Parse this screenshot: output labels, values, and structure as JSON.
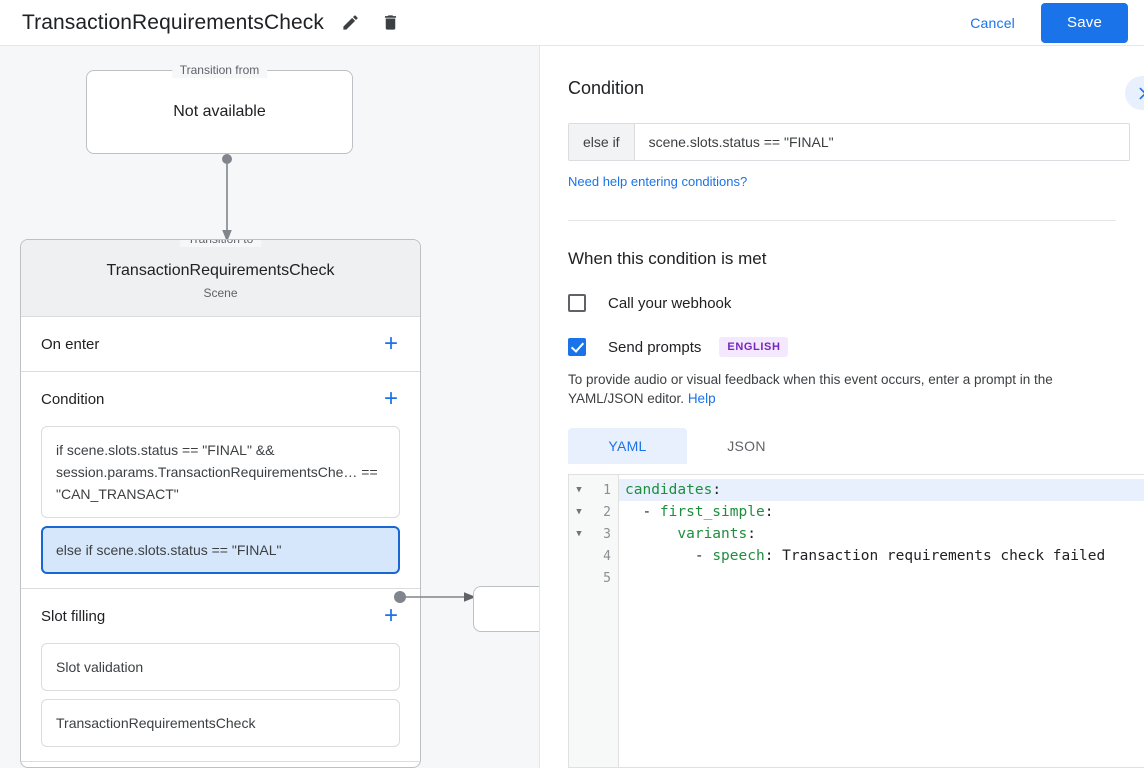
{
  "topbar": {
    "title": "TransactionRequirementsCheck",
    "edit_icon": "pencil-icon",
    "delete_icon": "trash-icon",
    "cancel_label": "Cancel",
    "save_label": "Save",
    "accent_color": "#1a73e8"
  },
  "canvas": {
    "transition_from": {
      "legend": "Transition from",
      "value": "Not available"
    },
    "transition_to": {
      "legend": "Transition to",
      "name": "TransactionRequirementsCheck",
      "type": "Scene",
      "sections": [
        {
          "title": "On enter",
          "add_label": "+",
          "items": []
        },
        {
          "title": "Condition",
          "add_label": "+",
          "items": [
            {
              "text": "if scene.slots.status == \"FINAL\" && session.params.TransactionRequirementsChe… == \"CAN_TRANSACT\"",
              "selected": false
            },
            {
              "text": "else if scene.slots.status == \"FINAL\"",
              "selected": true
            }
          ]
        },
        {
          "title": "Slot filling",
          "add_label": "+",
          "items": [
            {
              "text": "Slot validation",
              "selected": false
            },
            {
              "text": "TransactionRequirementsCheck",
              "selected": false
            }
          ]
        }
      ]
    }
  },
  "pane": {
    "condition": {
      "heading": "Condition",
      "collapse_icon": "chevron-right-icon",
      "prefix": "else if",
      "expression": "scene.slots.status == \"FINAL\"",
      "help_link": "Need help entering conditions?"
    },
    "when_met": {
      "heading": "When this condition is met",
      "webhook": {
        "label": "Call your webhook",
        "checked": false
      },
      "send_prompts": {
        "label": "Send prompts",
        "badge": "ENGLISH",
        "badge_bg": "#f3e8fd",
        "badge_color": "#7627bb",
        "checked": true
      },
      "description": "To provide audio or visual feedback when this event occurs, enter a prompt in the YAML/JSON editor.",
      "help_label": "Help"
    },
    "editor": {
      "tabs": [
        {
          "label": "YAML",
          "active": true
        },
        {
          "label": "JSON",
          "active": false
        }
      ],
      "lines": [
        {
          "num": "1",
          "foldable": true,
          "highlighted": true,
          "indent": "",
          "key": "candidates",
          "colon": ":",
          "value": ""
        },
        {
          "num": "2",
          "foldable": true,
          "highlighted": false,
          "indent": "  - ",
          "key": "first_simple",
          "colon": ":",
          "value": ""
        },
        {
          "num": "3",
          "foldable": true,
          "highlighted": false,
          "indent": "      ",
          "key": "variants",
          "colon": ":",
          "value": ""
        },
        {
          "num": "4",
          "foldable": false,
          "highlighted": false,
          "indent": "        - ",
          "key": "speech",
          "colon": ":",
          "value": " Transaction requirements check failed"
        },
        {
          "num": "5",
          "foldable": false,
          "highlighted": false,
          "indent": "",
          "key": "",
          "colon": "",
          "value": ""
        }
      ]
    }
  }
}
